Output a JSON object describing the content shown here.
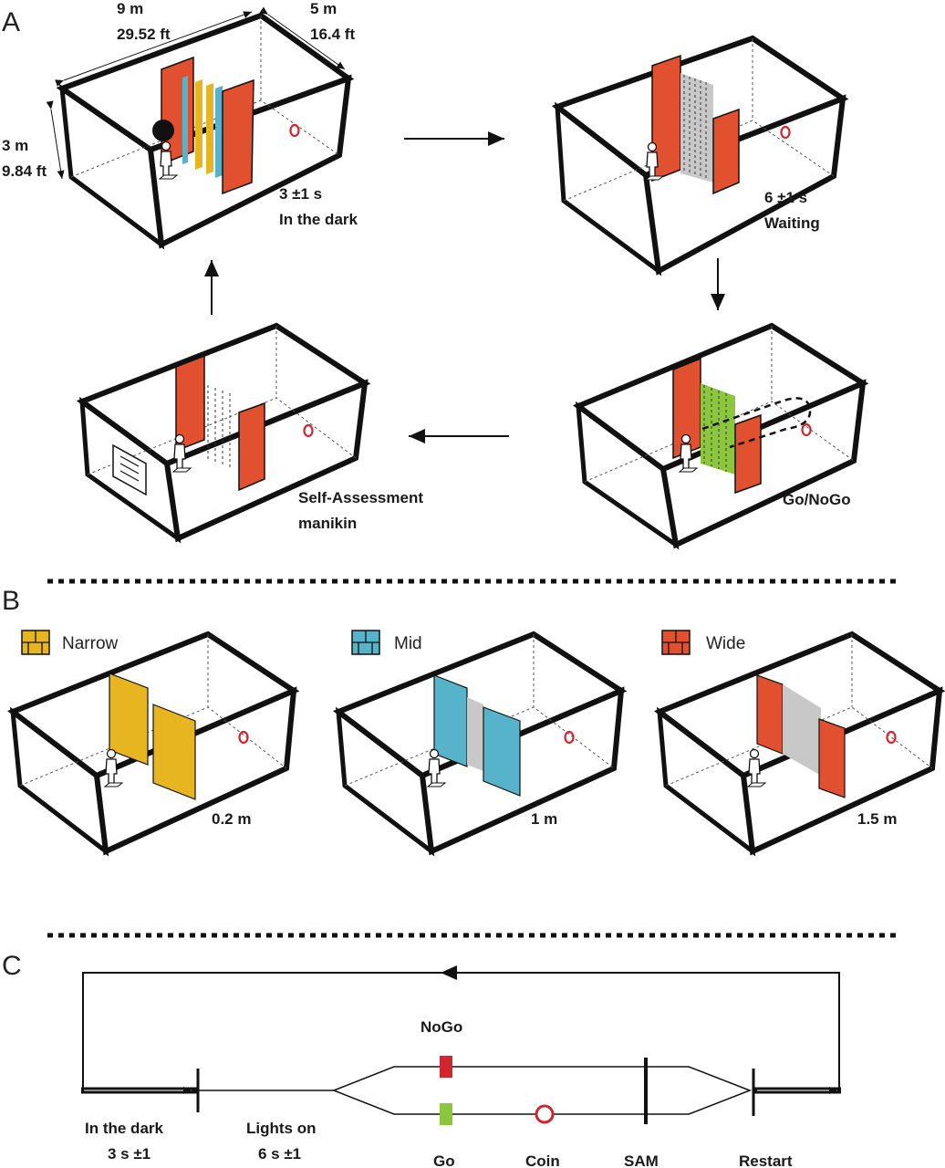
{
  "colors": {
    "narrow": "#e7b51f",
    "mid": "#56b3c9",
    "wide": "#e2512f",
    "go": "#8cc63f",
    "nogo": "#d0262e",
    "coin": "#d0262e",
    "gap": "#c8c8c8"
  },
  "panelA": {
    "label": "A",
    "dim_length_m": "9 m",
    "dim_length_ft": "29.52 ft",
    "dim_width_m": "5 m",
    "dim_width_ft": "16.4 ft",
    "dim_height_m": "3 m",
    "dim_height_ft": "9.84 ft",
    "step1_time": "3 ±1 s",
    "step1_label": "In the dark",
    "step2_time": "6 ±1 s",
    "step2_label": "Waiting",
    "step3_label": "Go/NoGo",
    "step4_line1": "Self-Assessment",
    "step4_line2": "manikin"
  },
  "panelB": {
    "label": "B",
    "conditions": [
      {
        "name": "Narrow",
        "width": "0.2 m",
        "color": "narrow"
      },
      {
        "name": "Mid",
        "width": "1 m",
        "color": "mid"
      },
      {
        "name": "Wide",
        "width": "1.5 m",
        "color": "wide"
      }
    ]
  },
  "panelC": {
    "label": "C",
    "nogo": "NoGo",
    "dark_line1": "In the dark",
    "dark_line2": "3 s ±1",
    "lights_line1": "Lights on",
    "lights_line2": "6 s ±1",
    "go": "Go",
    "coin": "Coin",
    "sam": "SAM",
    "restart": "Restart"
  }
}
